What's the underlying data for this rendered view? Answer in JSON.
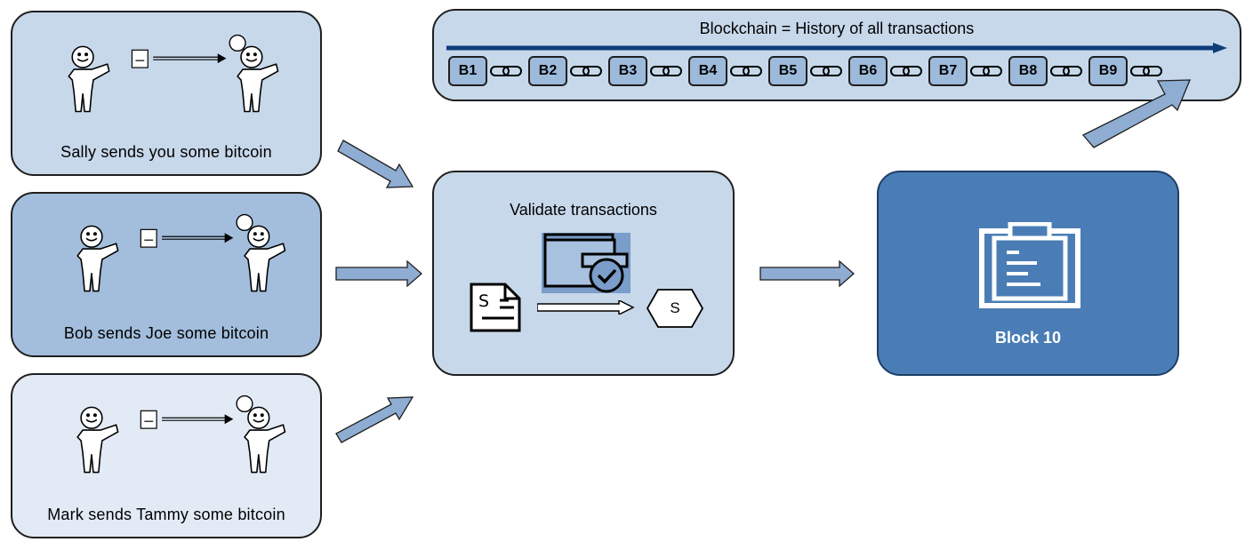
{
  "transactions": [
    {
      "label": "Sally sends you some bitcoin",
      "background": "#c7d8eb"
    },
    {
      "label": "Bob sends Joe some bitcoin",
      "background": "#a3bedc"
    },
    {
      "label": "Mark sends Tammy some bitcoin",
      "background": "#e2ebf5"
    }
  ],
  "blockchain": {
    "title": "Blockchain = History of all transactions",
    "blocks": [
      "B1",
      "B2",
      "B3",
      "B4",
      "B5",
      "B6",
      "B7",
      "B8",
      "B9"
    ]
  },
  "validate": {
    "title": "Validate transactions",
    "coin_symbol": "S",
    "document_symbol": "S"
  },
  "new_block": {
    "label": "Block 10"
  },
  "colors": {
    "panel_light": "#c7d8eb",
    "block_chip": "#9dbadb",
    "block_dark": "#4a7db6",
    "arrow_fill": "#8fadd2",
    "timeline_arrow": "#0f3d7a"
  }
}
